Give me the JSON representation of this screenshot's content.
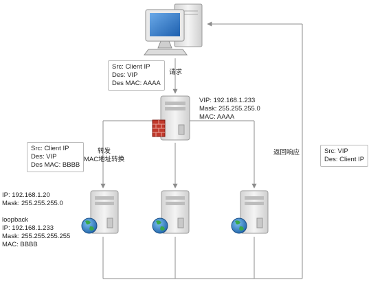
{
  "client_box": {
    "lines": [
      "Src: Client IP",
      "Des: VIP",
      "Des MAC: AAAA"
    ]
  },
  "request_label": "请求",
  "lb_info": {
    "lines": [
      "VIP: 192.168.1.233",
      "Mask: 255.255.255.0",
      "MAC: AAAA"
    ]
  },
  "forward_box": {
    "lines": [
      "Src: Client IP",
      "Des: VIP",
      "Des MAC: BBBB"
    ]
  },
  "forward_label": {
    "lines": [
      "转发",
      "MAC地址转换"
    ]
  },
  "return_label": "返回响应",
  "response_box": {
    "lines": [
      "Src: VIP",
      "Des: Client IP"
    ]
  },
  "rs_info": {
    "lines": [
      "IP: 192.168.1.20",
      "Mask: 255.255.255.0",
      "",
      "loopback",
      "IP: 192.168.1.233",
      "Mask: 255.255.255.255",
      "MAC: BBBB"
    ]
  },
  "colors": {
    "line": "#8c8c8c",
    "server": "#e6e6e6",
    "firewall": "#c0392b",
    "globe": "#2f7fc1",
    "land": "#3aa84a"
  }
}
